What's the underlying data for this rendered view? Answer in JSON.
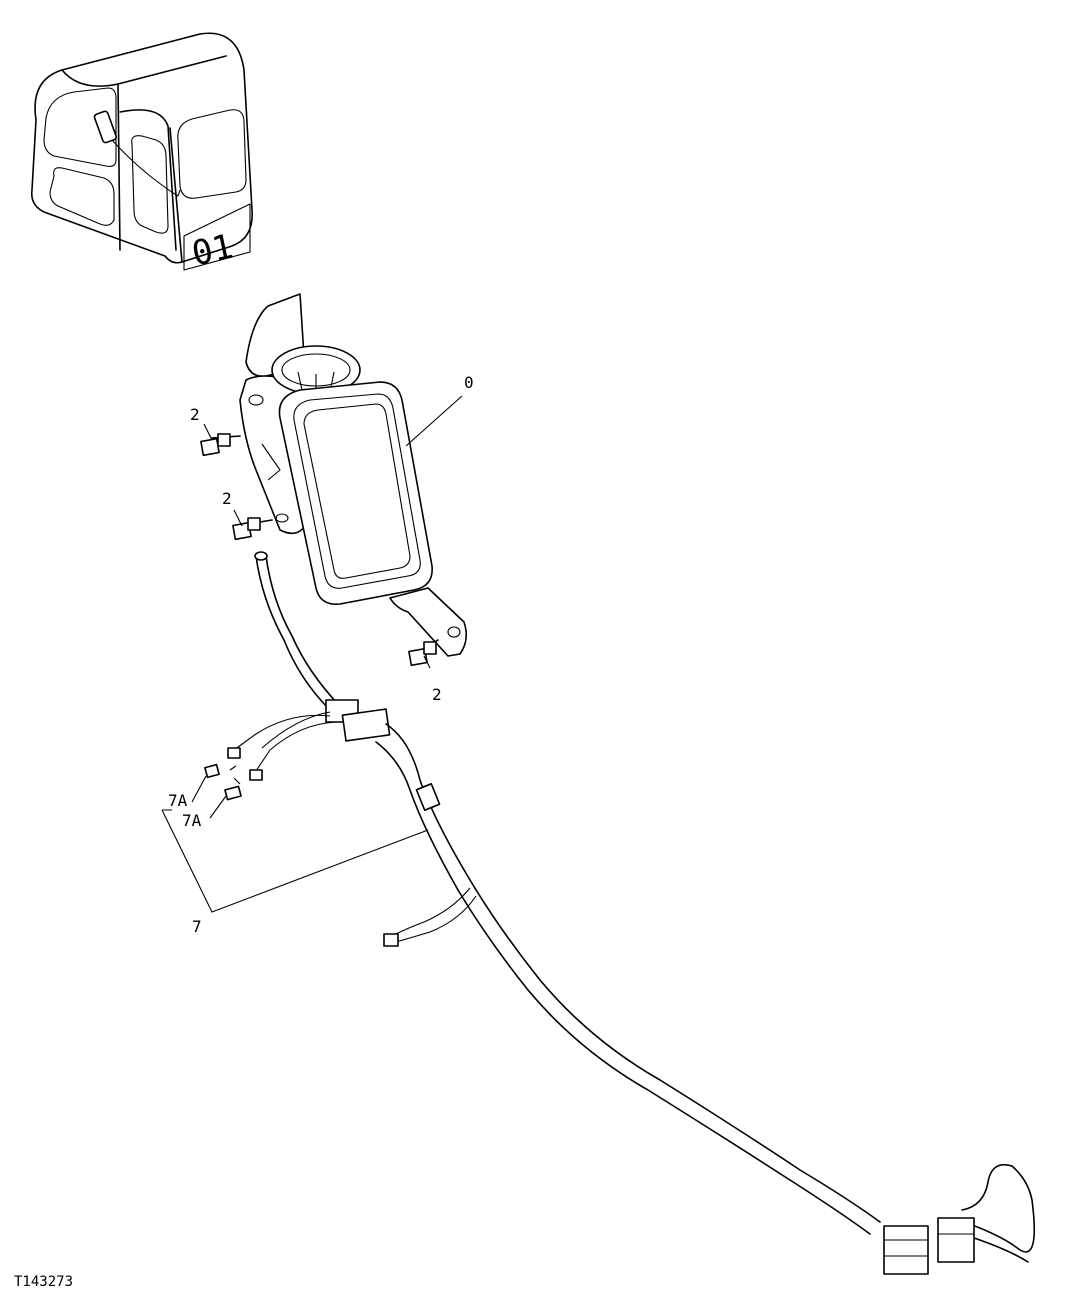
{
  "figure_id": "T143273",
  "cab_marking": "01",
  "callouts": {
    "mirror": "0",
    "bolt_upper": "2",
    "bolt_middle": "2",
    "bolt_lower": "2",
    "connector_a": "7A",
    "connector_b": "7A",
    "harness": "7"
  }
}
